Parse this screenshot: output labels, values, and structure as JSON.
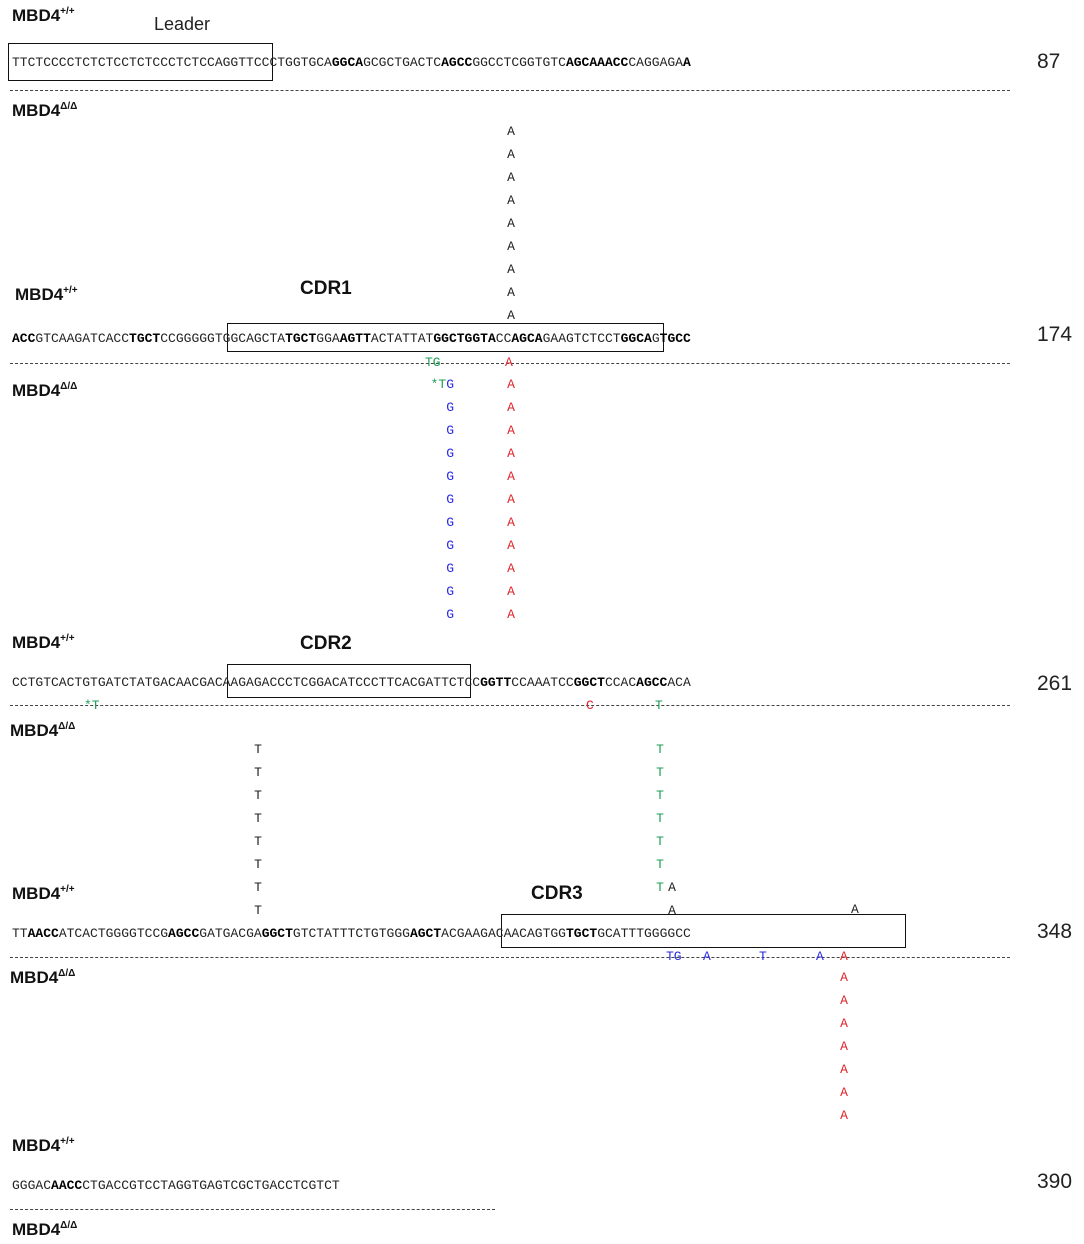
{
  "labels": {
    "wt": "MBD4",
    "wt_sup": "+/+",
    "ko": "MBD4",
    "ko_sup": "Δ/Δ",
    "leader": "Leader",
    "cdr1": "CDR1",
    "cdr2": "CDR2",
    "cdr3": "CDR3"
  },
  "positions": [
    "87",
    "174",
    "261",
    "348",
    "390"
  ],
  "sequences": {
    "row1": [
      {
        "t": "TTCTCCCCTCTCTCCTCTCCCTCTCCAGGTTCCCTGGTGCA",
        "b": false
      },
      {
        "t": "GGCA",
        "b": true
      },
      {
        "t": "GCGCTGACTC",
        "b": false
      },
      {
        "t": "AGCC",
        "b": true
      },
      {
        "t": "GGCCTCGGTGTC",
        "b": false
      },
      {
        "t": "AGCAAACC",
        "b": true
      },
      {
        "t": "CAGGAGA",
        "b": false
      },
      {
        "t": "A",
        "b": true
      }
    ],
    "row2": [
      {
        "t": "ACC",
        "b": true
      },
      {
        "t": "GTCAAGATCACC",
        "b": false
      },
      {
        "t": "TGCT",
        "b": true
      },
      {
        "t": "CCGGGGGTGGCAGCTA",
        "b": false
      },
      {
        "t": "TGCT",
        "b": true
      },
      {
        "t": "GGA",
        "b": false
      },
      {
        "t": "AGTT",
        "b": true
      },
      {
        "t": "ACTATTAT",
        "b": false
      },
      {
        "t": "GGCTGGTA",
        "b": true
      },
      {
        "t": "CC",
        "b": false
      },
      {
        "t": "AGCA",
        "b": true
      },
      {
        "t": "GAAGTCTCCT",
        "b": false
      },
      {
        "t": "GGCA",
        "b": true
      },
      {
        "t": "G",
        "b": false
      },
      {
        "t": "TGCC",
        "b": true
      }
    ],
    "row3": [
      {
        "t": "CCTGTCACTGTGATCTATGACAACGACAAGAGACCCTCGGACATCCCTTCACGATTCTCC",
        "b": false
      },
      {
        "t": "GGTT",
        "b": true
      },
      {
        "t": "CCAAATCC",
        "b": false
      },
      {
        "t": "GGCT",
        "b": true
      },
      {
        "t": "CCAC",
        "b": false
      },
      {
        "t": "AGCC",
        "b": true
      },
      {
        "t": "ACA",
        "b": false
      }
    ],
    "row4": [
      {
        "t": "TT",
        "b": false
      },
      {
        "t": "AACC",
        "b": true
      },
      {
        "t": "ATCACTGGGGTCCG",
        "b": false
      },
      {
        "t": "AGCC",
        "b": true
      },
      {
        "t": "GATGACGA",
        "b": false
      },
      {
        "t": "GGCT",
        "b": true
      },
      {
        "t": "GTCTATTTCTGTGGG",
        "b": false
      },
      {
        "t": "AGCT",
        "b": true
      },
      {
        "t": "ACGAAGACAACAGTGG",
        "b": false
      },
      {
        "t": "TGCT",
        "b": true
      },
      {
        "t": "GCATTTGGGGCC",
        "b": false
      }
    ],
    "row5": [
      {
        "t": "GGGAC",
        "b": false
      },
      {
        "t": "AACC",
        "b": true
      },
      {
        "t": "CTGACCGTCCTAGGTGAGTCGCTGACCTCGTCT",
        "b": false
      }
    ]
  },
  "mutations": {
    "row1_above_col53": [
      "A",
      "A",
      "A",
      "A",
      "A",
      "A",
      "A",
      "A",
      "A"
    ],
    "row2_col45_mark": "TG",
    "row2_col45_below": [
      "*TG",
      "G",
      "G",
      "G",
      "G",
      "G",
      "G",
      "G",
      "G",
      "G",
      "G"
    ],
    "row2_col53_mark": "A",
    "row2_col53_below": [
      "A",
      "A",
      "A",
      "A",
      "A",
      "A",
      "A",
      "A",
      "A",
      "A",
      "A"
    ],
    "row3_col8_mark": "*T",
    "row3_col61_mark": "C",
    "row3_col68_mark": "T",
    "row3_col26_below": [
      "T",
      "T",
      "T",
      "T",
      "T",
      "T",
      "T",
      "T"
    ],
    "row3_col68_below": [
      "T",
      "T",
      "T",
      "T",
      "T",
      "T",
      "T"
    ],
    "row4_col68_above": [
      "A",
      "A"
    ],
    "row4_col89_above": "A",
    "row4_cdr3_marks": [
      {
        "t": "TG",
        "c": "blue"
      },
      {
        "t": "A",
        "c": "blue"
      },
      {
        "t": "T",
        "c": "blue"
      },
      {
        "t": "A",
        "c": "blue"
      },
      {
        "t": "A",
        "c": "red"
      }
    ],
    "row4_col88_below": [
      "A",
      "A",
      "A",
      "A",
      "A",
      "A",
      "A"
    ]
  },
  "colors": {
    "red": "#e0242a",
    "blue": "#2a2ae6",
    "green": "#1f9e54",
    "black": "#222222"
  }
}
